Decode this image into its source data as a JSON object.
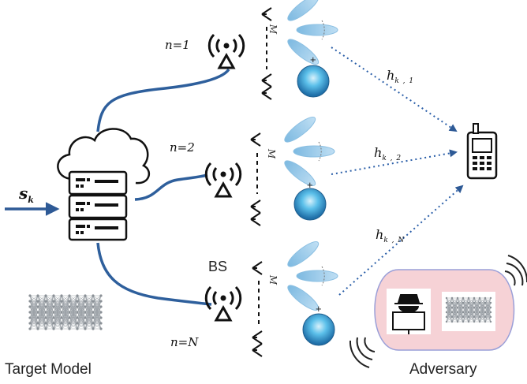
{
  "labels": {
    "input_signal": "s",
    "input_signal_sub": "k",
    "bs": "BS",
    "bs_index_1": "n=1",
    "bs_index_2": "n=2",
    "bs_index_n": "n=N",
    "antenna_count": "M",
    "channel_1": "h",
    "channel_1_sub": "k , 1",
    "channel_2": "h",
    "channel_2_sub": "k , 2",
    "channel_n": "h",
    "channel_n_sub": "k , N",
    "plus": "+",
    "target_model": "Target Model",
    "adversary": "Adversary"
  },
  "colors": {
    "link_blue": "#2e5f9c",
    "arrow_blue": "#2e5a96",
    "dotted_blue": "#2a5ea8",
    "beam_blue": "#8ec3e6",
    "ris_blue": "#2f9fd6",
    "adversary_fill": "#f6d2d6",
    "adversary_border": "#9a9fd8"
  },
  "icons": [
    "cloud-icon",
    "server-icon",
    "antenna-tower-icon",
    "mobile-phone-icon",
    "hacker-icon",
    "neural-network-icon",
    "wireless-waves-icon"
  ]
}
